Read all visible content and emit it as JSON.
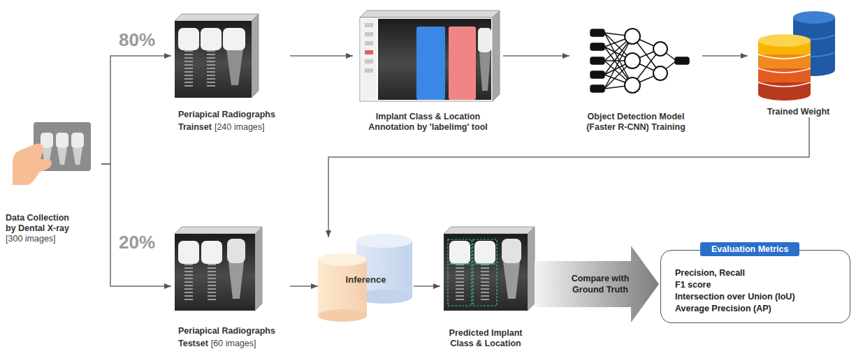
{
  "diagram": {
    "nodes": [
      {
        "text": [
          "Data Collection by Dental X-ray",
          "[300 images]"
        ]
      },
      {
        "text": [
          "Periapical Radiographs Trainset",
          "[240 images]"
        ]
      },
      {
        "text": [
          "Implant Class & Location Annotation by 'labelimg' tool"
        ]
      },
      {
        "text": [
          "Object Detection Model (Faster R-CNN) Training"
        ]
      },
      {
        "text": [
          "Trained Weight"
        ]
      },
      {
        "text": [
          "Periapical Radiographs Testset",
          "[60 images]"
        ]
      },
      {
        "text": [
          "Inference"
        ]
      },
      {
        "text": [
          "Predicted Implant Class & Location"
        ]
      },
      {
        "text": [
          "Compare with Ground Truth"
        ]
      },
      {
        "text": [
          "Evaluation Metrics",
          "Precision, Recall",
          "F1 score",
          "Intersection over Union (IoU)",
          "Average Precision (AP)"
        ]
      }
    ],
    "edges": [
      {
        "from": 0,
        "to": 1,
        "arrow": "to"
      },
      {
        "from": 0,
        "to": 5,
        "arrow": "to"
      },
      {
        "from": 1,
        "to": 2,
        "arrow": "to"
      },
      {
        "from": 2,
        "to": 3,
        "arrow": "to"
      },
      {
        "from": 3,
        "to": 4,
        "arrow": "to"
      },
      {
        "from": 4,
        "to": 6,
        "arrow": "to"
      },
      {
        "from": 5,
        "to": 6,
        "arrow": "to"
      },
      {
        "from": 6,
        "to": 7,
        "arrow": "to"
      }
    ],
    "labels": [
      "80%",
      "20%"
    ]
  }
}
